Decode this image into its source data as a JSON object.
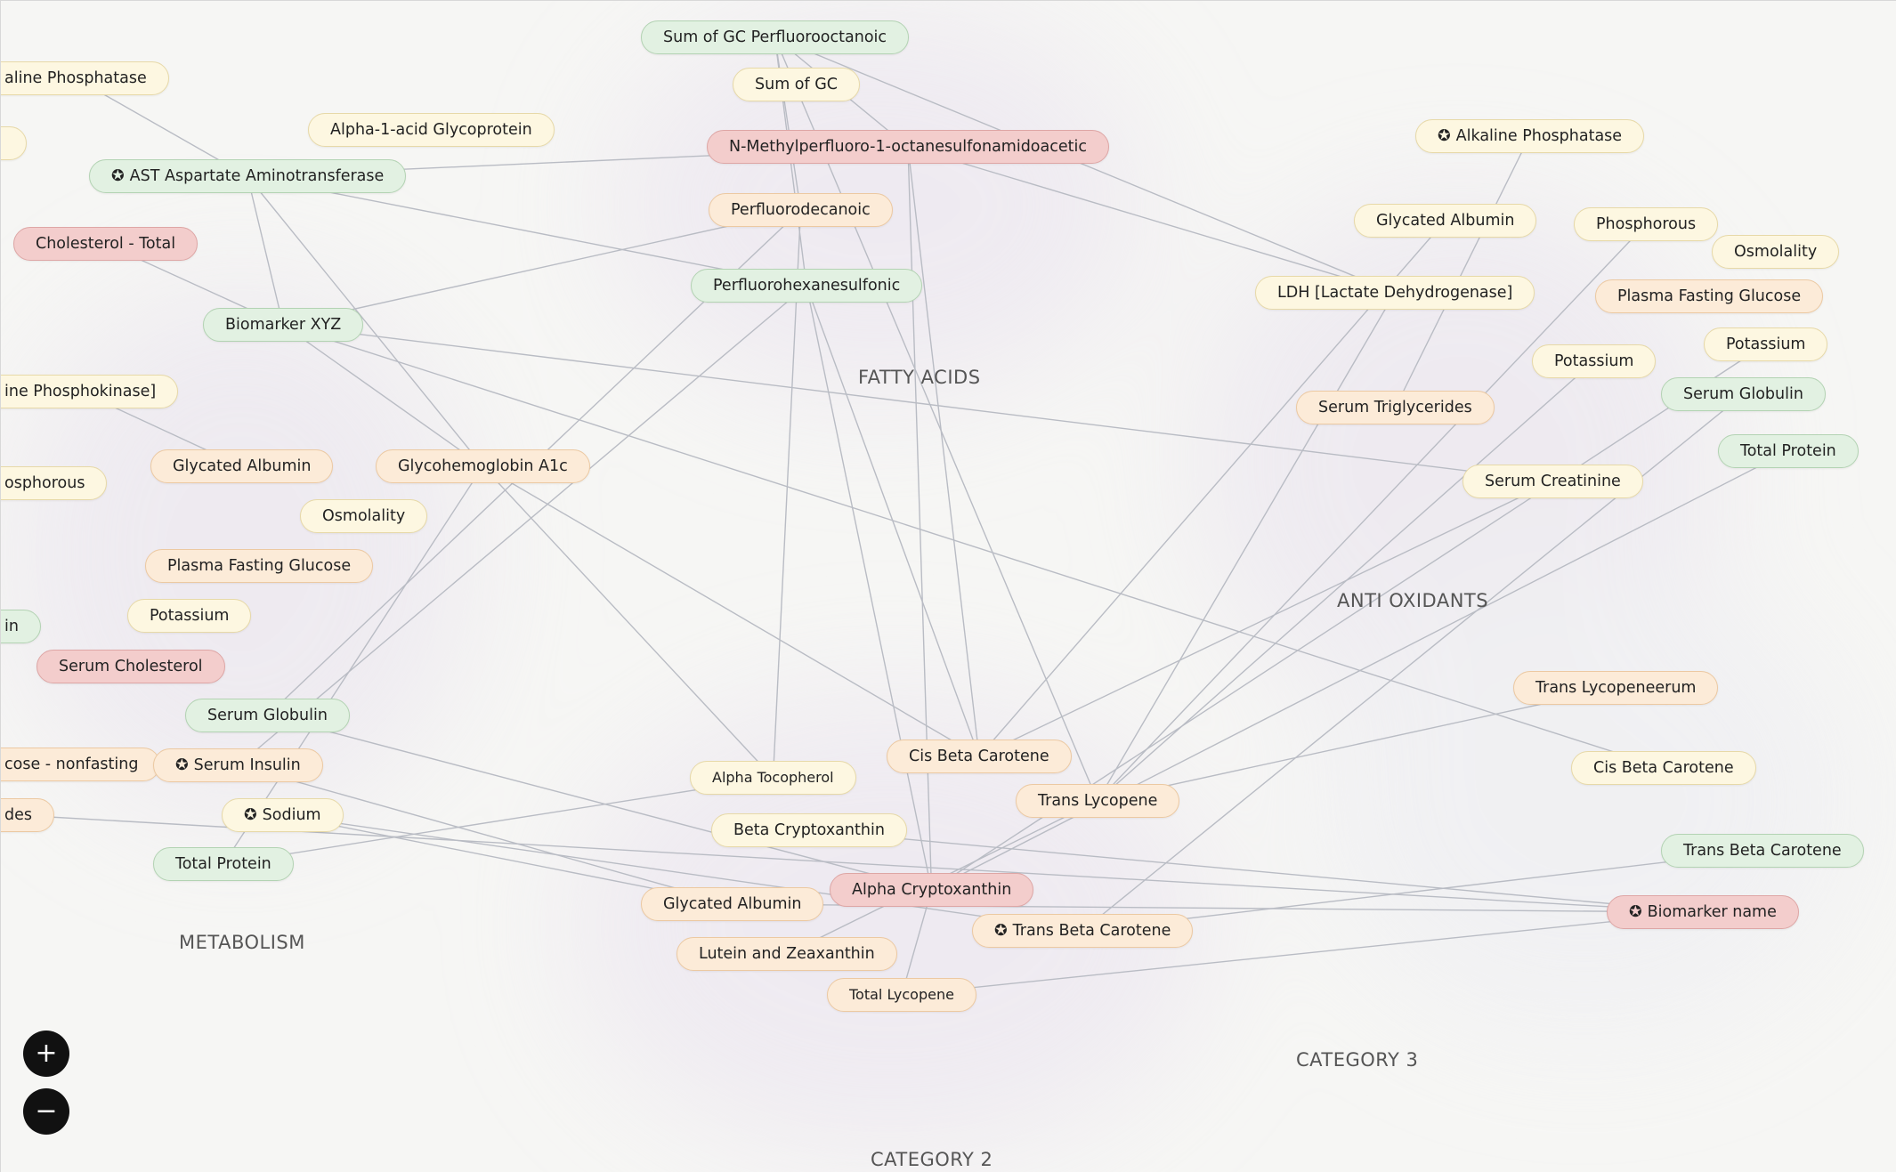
{
  "colors": {
    "yellow": "#fdf7e1",
    "orange": "#fcebd8",
    "green": "#e2f1e2",
    "red": "#f3cdcc",
    "edge": "#b9bcc4"
  },
  "categories": [
    {
      "id": "fatty",
      "label": "FATTY ACIDS"
    },
    {
      "id": "anti",
      "label": "ANTI OXIDANTS"
    },
    {
      "id": "metab",
      "label": "METABOLISM"
    },
    {
      "id": "cat3",
      "label": "CATEGORY 3"
    },
    {
      "id": "cat2",
      "label": "CATEGORY 2"
    }
  ],
  "nodes": [
    {
      "id": "n1",
      "label": "Sum of GC Perfluorooctanoic",
      "color": "green"
    },
    {
      "id": "n2",
      "label": "Sum of GC",
      "color": "yellow"
    },
    {
      "id": "n3",
      "label": "N-Methylperfluoro-1-octanesulfonamidoacetic",
      "color": "red"
    },
    {
      "id": "n4",
      "label": "Perfluorodecanoic",
      "color": "orange"
    },
    {
      "id": "n5",
      "label": "Perfluorohexanesulfonic",
      "color": "green"
    },
    {
      "id": "n6",
      "label": "aline Phosphatase",
      "color": "yellow"
    },
    {
      "id": "n7",
      "label": "",
      "color": "yellow"
    },
    {
      "id": "n8",
      "label": "Alpha-1-acid Glycoprotein",
      "color": "yellow"
    },
    {
      "id": "n9",
      "label": "AST Aspartate Aminotransferase",
      "color": "green",
      "starred": true
    },
    {
      "id": "n10",
      "label": "Cholesterol - Total",
      "color": "red"
    },
    {
      "id": "n11",
      "label": "Biomarker XYZ",
      "color": "green"
    },
    {
      "id": "n12",
      "label": "ine Phosphokinase]",
      "color": "yellow"
    },
    {
      "id": "n13",
      "label": "Glycated Albumin",
      "color": "orange"
    },
    {
      "id": "n14",
      "label": "Glycohemoglobin A1c",
      "color": "orange"
    },
    {
      "id": "n15",
      "label": "osphorous",
      "color": "yellow"
    },
    {
      "id": "n16",
      "label": "Osmolality",
      "color": "yellow"
    },
    {
      "id": "n17",
      "label": "Plasma Fasting Glucose",
      "color": "orange"
    },
    {
      "id": "n18",
      "label": "Potassium",
      "color": "yellow"
    },
    {
      "id": "n19",
      "label": "in",
      "color": "green"
    },
    {
      "id": "n20",
      "label": "Serum Cholesterol",
      "color": "red"
    },
    {
      "id": "n21",
      "label": "Serum Globulin",
      "color": "green"
    },
    {
      "id": "n22",
      "label": "cose - nonfasting",
      "color": "orange"
    },
    {
      "id": "n23",
      "label": "Serum Insulin",
      "color": "orange",
      "starred": true
    },
    {
      "id": "n24",
      "label": "Sodium",
      "color": "yellow",
      "starred": true
    },
    {
      "id": "n25",
      "label": "des",
      "color": "orange"
    },
    {
      "id": "n26",
      "label": "Total Protein",
      "color": "green"
    },
    {
      "id": "n27",
      "label": "Alkaline Phosphatase",
      "color": "yellow",
      "starred": true
    },
    {
      "id": "n28",
      "label": "Glycated Albumin",
      "color": "yellow"
    },
    {
      "id": "n29",
      "label": "Phosphorous",
      "color": "yellow"
    },
    {
      "id": "n30",
      "label": "Osmolality",
      "color": "yellow"
    },
    {
      "id": "n31",
      "label": "LDH [Lactate Dehydrogenase]",
      "color": "yellow"
    },
    {
      "id": "n32",
      "label": "Plasma Fasting Glucose",
      "color": "orange"
    },
    {
      "id": "n33",
      "label": "Potassium",
      "color": "yellow"
    },
    {
      "id": "n34",
      "label": "Potassium",
      "color": "yellow"
    },
    {
      "id": "n35",
      "label": "Serum Triglycerides",
      "color": "orange"
    },
    {
      "id": "n36",
      "label": "Serum Globulin",
      "color": "green"
    },
    {
      "id": "n37",
      "label": "Total Protein",
      "color": "green"
    },
    {
      "id": "n38",
      "label": "Serum Creatinine",
      "color": "yellow"
    },
    {
      "id": "n39",
      "label": "Trans Lycopeneerum",
      "color": "orange"
    },
    {
      "id": "n40",
      "label": "Cis Beta Carotene",
      "color": "yellow"
    },
    {
      "id": "n41",
      "label": "Cis Beta Carotene",
      "color": "orange"
    },
    {
      "id": "n42",
      "label": "Alpha Tocopherol",
      "color": "yellow",
      "small": true
    },
    {
      "id": "n43",
      "label": "Trans Lycopene",
      "color": "orange"
    },
    {
      "id": "n44",
      "label": "Beta Cryptoxanthin",
      "color": "yellow"
    },
    {
      "id": "n45",
      "label": "Trans Beta Carotene",
      "color": "green"
    },
    {
      "id": "n46",
      "label": "Glycated Albumin",
      "color": "orange"
    },
    {
      "id": "n47",
      "label": "Alpha Cryptoxanthin",
      "color": "red"
    },
    {
      "id": "n48",
      "label": "Trans Beta Carotene",
      "color": "orange",
      "starred": true
    },
    {
      "id": "n49",
      "label": "Biomarker name",
      "color": "red",
      "starred": true
    },
    {
      "id": "n50",
      "label": "Lutein and Zeaxanthin",
      "color": "orange"
    },
    {
      "id": "n51",
      "label": "Total Lycopene",
      "color": "orange",
      "small": true
    }
  ],
  "edges": [
    [
      "n1",
      "n3"
    ],
    [
      "n1",
      "n4"
    ],
    [
      "n1",
      "n5"
    ],
    [
      "n1",
      "n43"
    ],
    [
      "n1",
      "n31"
    ],
    [
      "n3",
      "n9"
    ],
    [
      "n3",
      "n47"
    ],
    [
      "n3",
      "n41"
    ],
    [
      "n3",
      "n31"
    ],
    [
      "n4",
      "n11"
    ],
    [
      "n4",
      "n42"
    ],
    [
      "n4",
      "n21"
    ],
    [
      "n5",
      "n9"
    ],
    [
      "n5",
      "n23"
    ],
    [
      "n5",
      "n47"
    ],
    [
      "n5",
      "n41"
    ],
    [
      "n6",
      "n9"
    ],
    [
      "n9",
      "n11"
    ],
    [
      "n9",
      "n14"
    ],
    [
      "n10",
      "n11"
    ],
    [
      "n11",
      "n38"
    ],
    [
      "n11",
      "n40"
    ],
    [
      "n11",
      "n14"
    ],
    [
      "n12",
      "n13"
    ],
    [
      "n14",
      "n41"
    ],
    [
      "n14",
      "n42"
    ],
    [
      "n14",
      "n26"
    ],
    [
      "n21",
      "n47"
    ],
    [
      "n24",
      "n46"
    ],
    [
      "n24",
      "n48"
    ],
    [
      "n23",
      "n46"
    ],
    [
      "n25",
      "n49"
    ],
    [
      "n26",
      "n42"
    ],
    [
      "n27",
      "n35"
    ],
    [
      "n28",
      "n41"
    ],
    [
      "n29",
      "n43"
    ],
    [
      "n31",
      "n43"
    ],
    [
      "n33",
      "n43"
    ],
    [
      "n34",
      "n47"
    ],
    [
      "n36",
      "n48"
    ],
    [
      "n37",
      "n47"
    ],
    [
      "n38",
      "n41"
    ],
    [
      "n39",
      "n43"
    ],
    [
      "n43",
      "n50"
    ],
    [
      "n44",
      "n49"
    ],
    [
      "n45",
      "n48"
    ],
    [
      "n46",
      "n49"
    ],
    [
      "n47",
      "n51"
    ],
    [
      "n49",
      "n51"
    ]
  ],
  "controls": {
    "zoom_in": "+",
    "zoom_out": "−"
  }
}
